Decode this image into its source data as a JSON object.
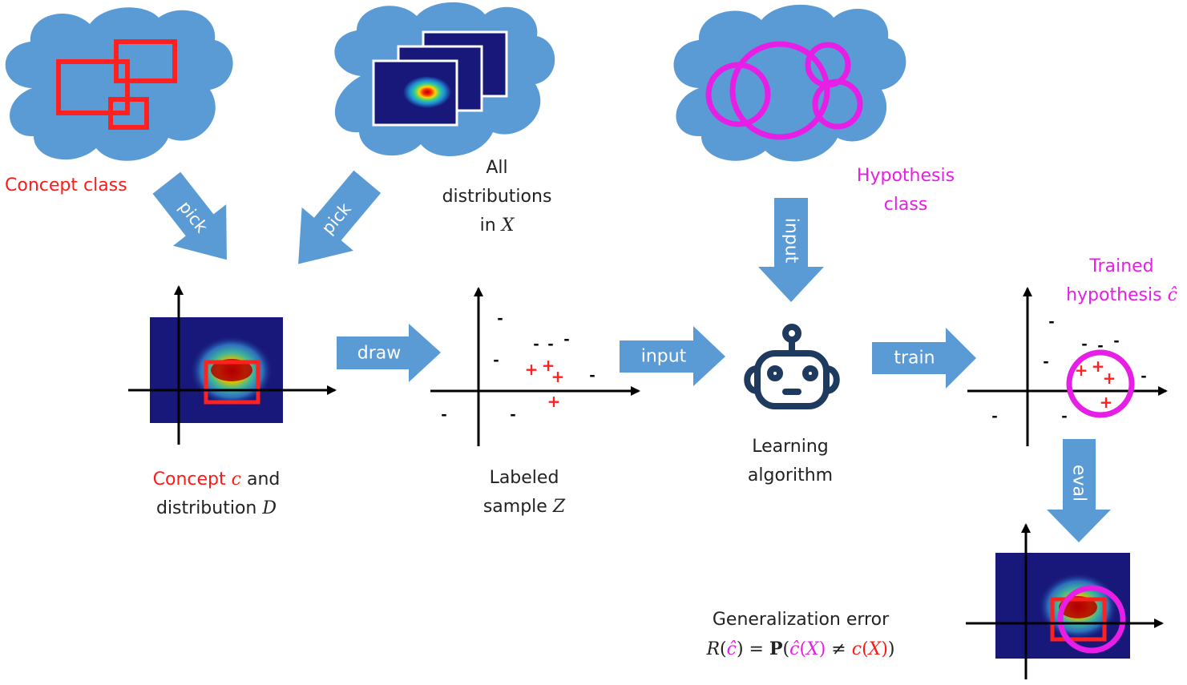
{
  "labels": {
    "concept_class": "Concept class",
    "all_distributions": [
      "All",
      "distributions",
      "in"
    ],
    "all_distributions_var": "X",
    "hypothesis_class": [
      "Hypothesis",
      "class"
    ],
    "concept_and_distribution": [
      "Concept",
      "c",
      "and",
      "distribution",
      "D"
    ],
    "labeled_sample": [
      "Labeled",
      "sample",
      "Z"
    ],
    "learning_algorithm": [
      "Learning",
      "algorithm"
    ],
    "trained_hypothesis": [
      "Trained",
      "hypothesis",
      "ĉ"
    ],
    "generalization_error_title": "Generalization error",
    "generalization_error_formula": {
      "r": "R",
      "chat": "ĉ",
      "eq": " = ",
      "p": "P",
      "x": "X",
      "neq": " ≠ ",
      "c": "c"
    }
  },
  "arrows": {
    "pick_1": "pick",
    "pick_2": "pick",
    "draw": "draw",
    "input_1": "input",
    "input_2": "input",
    "train": "train",
    "eval": "eval"
  },
  "plot_signs": {
    "plus": "+",
    "minus": "-"
  },
  "colors": {
    "cloud": "#5b9bd5",
    "arrow": "#5b9bd5",
    "concept": "#ff2020",
    "hypothesis": "#e61ee6",
    "heatmap_bg": "#17187a",
    "robot": "#1f3a5f"
  },
  "icons": [
    "robot-icon",
    "cloud-icon",
    "heatmap-icon"
  ]
}
